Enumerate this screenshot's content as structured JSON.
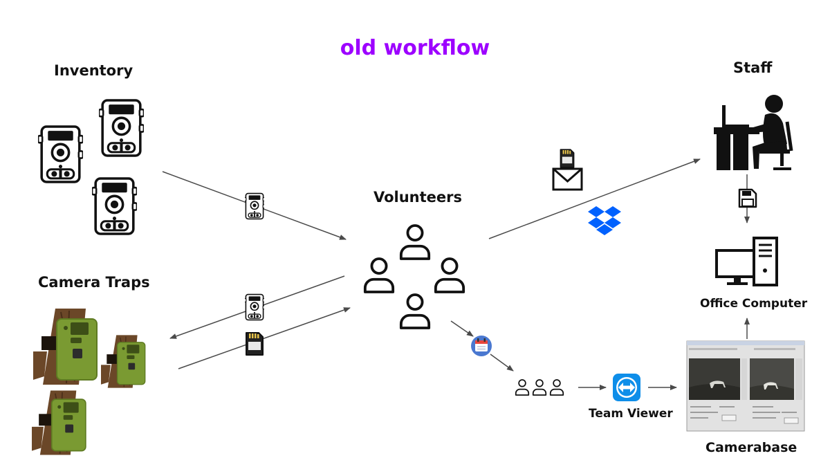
{
  "title": "old workflow",
  "colors": {
    "title": "#9d00ff",
    "arrow": "#4a4a4a",
    "icon": "#111111",
    "trap_green": "#7a9a32",
    "tree_bark": "#6b4728",
    "dropbox_blue": "#0061fe",
    "teamviewer_blue": "#0e8ee9",
    "calendar_blue": "#4a78d0"
  },
  "nodes": {
    "inventory": "Inventory",
    "camera_traps": "Camera Traps",
    "volunteers": "Volunteers",
    "staff": "Staff",
    "office_computer": "Office Computer",
    "team_viewer": "Team Viewer",
    "camerabase": "Camerabase"
  },
  "icons": {
    "inventory": "camera-trap-icon",
    "camera_traps": "mounted-camera-trap-icon",
    "volunteers": "person-icon",
    "staff": "person-at-desk-icon",
    "office_computer": "desktop-computer-icon",
    "team_viewer": "teamviewer-logo-icon",
    "camerabase": "camerabase-screenshot",
    "edges": [
      "camera-trap-icon",
      "camera-trap-icon",
      "sd-card-icon",
      "mail-sd-card-icon",
      "dropbox-icon",
      "floppy-disk-icon",
      "calendar-icon",
      "group-icon"
    ]
  }
}
